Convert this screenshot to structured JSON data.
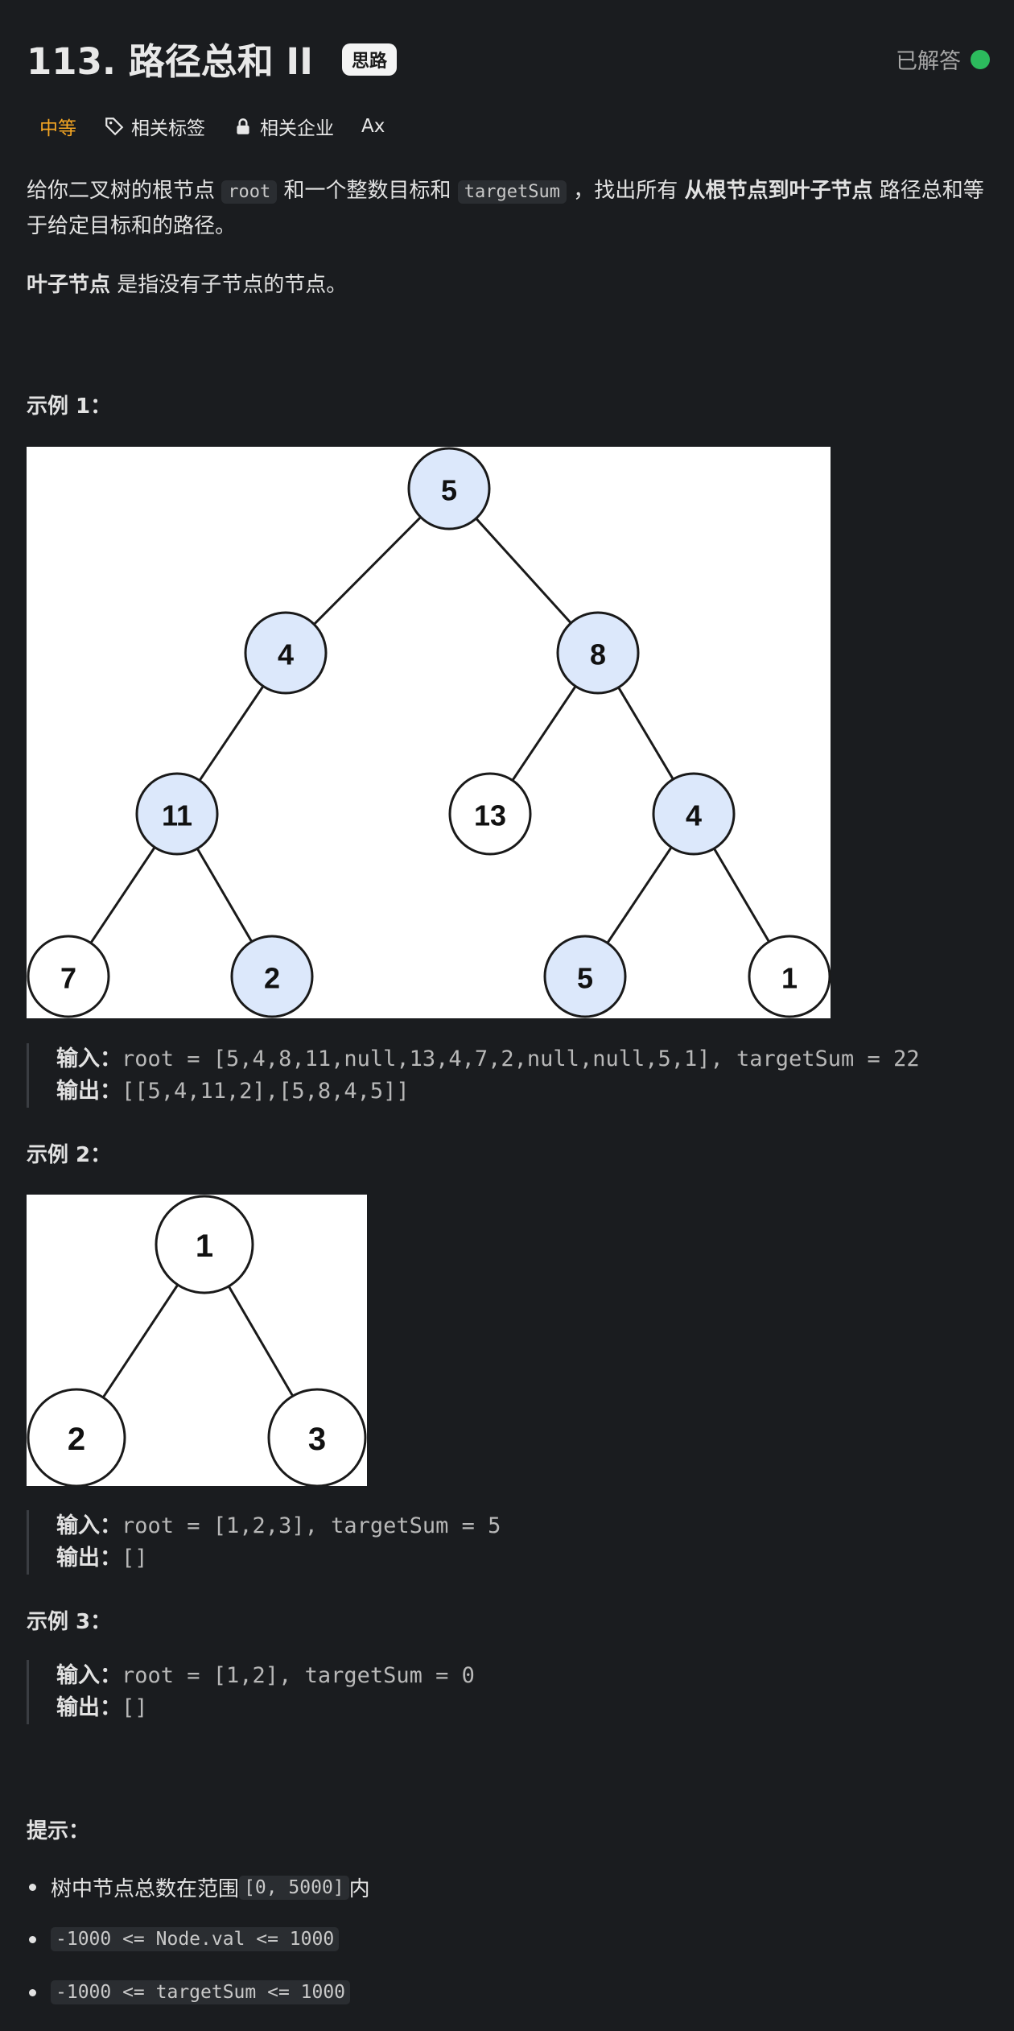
{
  "problem": {
    "title": "113. 路径总和 II",
    "hint_badge": "思路",
    "status": "已解答",
    "difficulty": "中等",
    "tags": [
      "相关标签",
      "相关企业"
    ],
    "translate_icon_label": "Ax"
  },
  "description": {
    "p1_prefix": "给你二叉树的根节点 ",
    "p1_code1": "root",
    "p1_mid": " 和一个整数目标和 ",
    "p1_code2": "targetSum",
    "p1_mid2": " ，找出所有 ",
    "p1_bold": "从根节点到叶子节点",
    "p1_suffix": " 路径总和等于给定目标和的路径。",
    "p2_bold": "叶子节点",
    "p2_suffix": " 是指没有子节点的节点。"
  },
  "examples": [
    {
      "heading": "示例 1：",
      "input_label": "输入：",
      "input": "root = [5,4,8,11,null,13,4,7,2,null,null,5,1], targetSum = 22",
      "output_label": "输出：",
      "output": "[[5,4,11,2],[5,8,4,5]]",
      "tree_nodes": [
        "5",
        "4",
        "8",
        "11",
        "13",
        "4",
        "7",
        "2",
        "5",
        "1"
      ]
    },
    {
      "heading": "示例 2：",
      "input_label": "输入：",
      "input": "root = [1,2,3], targetSum = 5",
      "output_label": "输出：",
      "output": "[]",
      "tree_nodes": [
        "1",
        "2",
        "3"
      ]
    },
    {
      "heading": "示例 3：",
      "input_label": "输入：",
      "input": "root = [1,2], targetSum = 0",
      "output_label": "输出：",
      "output": "[]"
    }
  ],
  "constraints": {
    "heading": "提示：",
    "c1_prefix": "树中节点总数在范围 ",
    "c1_code": "[0, 5000]",
    "c1_suffix": " 内",
    "c2": "-1000 <= Node.val <= 1000",
    "c3": "-1000 <= targetSum <= 1000"
  },
  "colors": {
    "background": "#1a1c1f",
    "difficulty": "#f5a623",
    "solved_dot": "#2cbb5d",
    "highlight_node": "#dce8fb"
  }
}
